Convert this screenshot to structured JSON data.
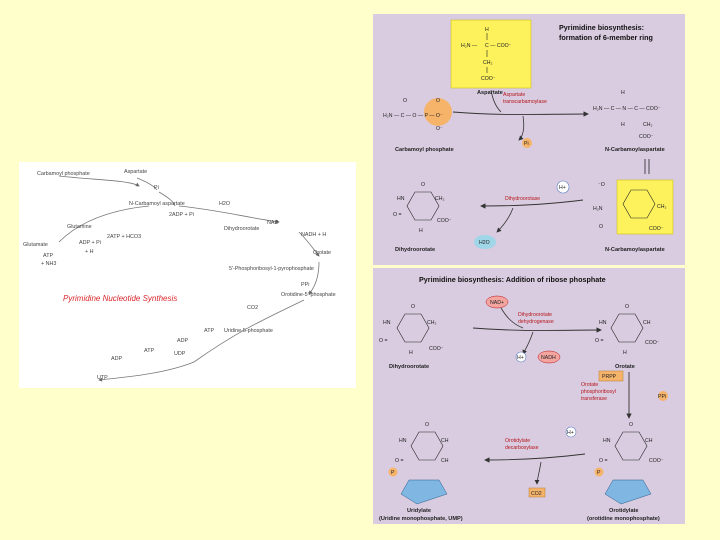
{
  "left": {
    "title": "Pyrimidine Nucleotide Synthesis",
    "labels": [
      "Carbamoyl phosphate",
      "Aspartate",
      "Pi",
      "N-Carbamoyl aspartate",
      "H2O",
      "2ADP + Pi",
      "Glutamine",
      "2ATP + HCO3",
      "Glutamate",
      "ADP + Pi",
      "+ H",
      "ATP",
      "+ NH3",
      "Dihydroorotate",
      "NAD",
      "NADH + H",
      "Orotate",
      "5'-Phosphoribosyl-1-pyrophosphate",
      "PPi",
      "Orotidine-5'-phosphate",
      "CO2",
      "ATP",
      "Uridine-5-phosphate",
      "ADP",
      "UDP",
      "ATP",
      "ADP",
      "UTP"
    ]
  },
  "top": {
    "title_line1": "Pyrimidine biosynthesis:",
    "title_line2": "formation of 6-member ring",
    "aspartate": "Aspartate",
    "carbamoyl": "Carbamoyl phosphate",
    "enzyme1_l1": "Aspartate",
    "enzyme1_l2": "transcarbamoylase",
    "pi": "Pi",
    "ncarb1": "N-Carbamoylaspartate",
    "ncarb2": "N-Carbamoylaspartate",
    "enzyme2": "Dihydroorotase",
    "hplus": "H+",
    "water": "H2O",
    "dihydroorotate": "Dihydroorotate"
  },
  "bottom": {
    "title": "Pyrimidine biosynthesis: Addition of ribose phosphate",
    "dihydroorotate": "Dihydroorotate",
    "nad": "NAD+",
    "enzyme3_l1": "Dihydroorotate",
    "enzyme3_l2": "dehydrogenase",
    "hplus1": "H+",
    "nadh": "NADH",
    "orotate": "Orotate",
    "prpp": "PRPP",
    "enzyme4_l1": "Orotate",
    "enzyme4_l2": "phosphoribosyl",
    "enzyme4_l3": "transferase",
    "ppi": "PPi",
    "hplus2": "H+",
    "enzyme5_l1": "Orotidylate",
    "enzyme5_l2": "decarboxylase",
    "co2": "CO2",
    "uridylate_l1": "Uridylate",
    "uridylate_l2": "(Uridine monophosphate, UMP)",
    "orotidylate_l1": "Orotidylate",
    "orotidylate_l2": "(orotidine monophosphate)",
    "p": "P"
  },
  "colors": {
    "background": "#ffffcc",
    "panel_purple": "#d9cce0",
    "highlight_yellow": "#fdf25c",
    "phosphate_orange": "#f6b46a",
    "ribose_blue": "#7fb7e2",
    "enzyme_red": "#b5141a",
    "title_red": "#d9262b"
  }
}
